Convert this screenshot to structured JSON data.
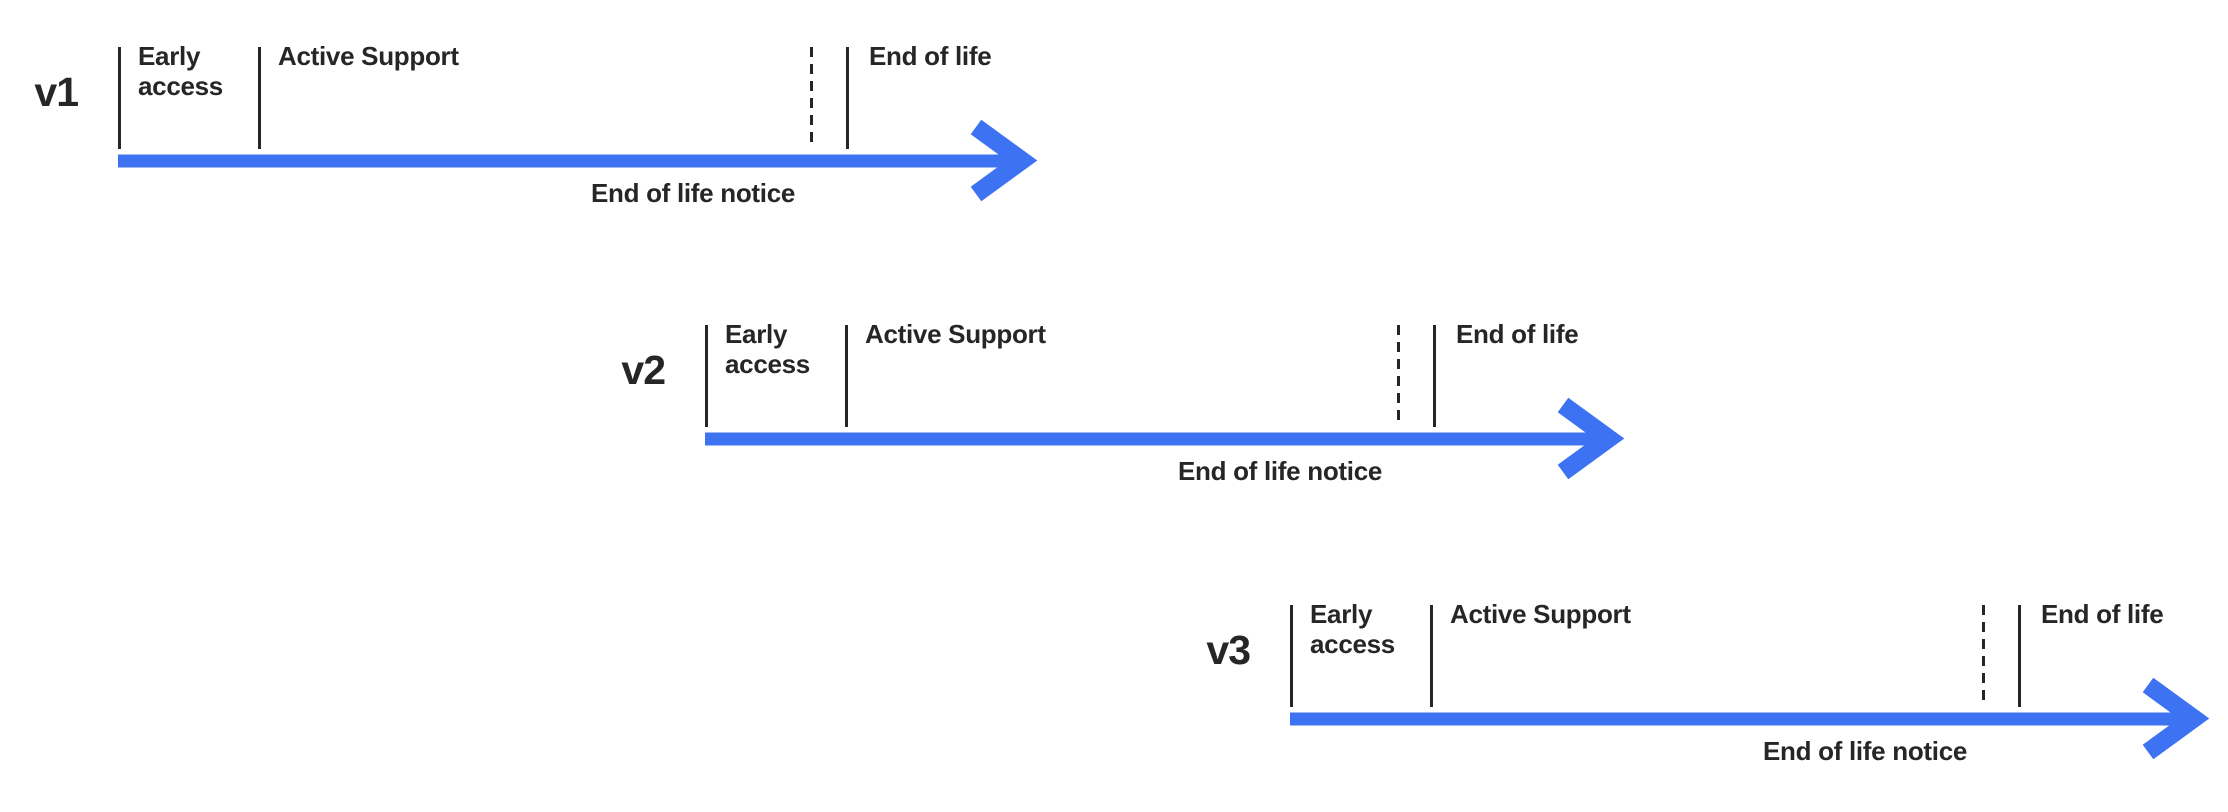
{
  "colors": {
    "background": "#ffffff",
    "text": "#242628",
    "tick": "#242628",
    "arrow": "#3d73f2"
  },
  "timelines": [
    {
      "version": "v1",
      "labels": {
        "early_access": "Early access",
        "active_support": "Active Support",
        "end_of_life": "End of life",
        "end_of_life_notice": "End of life notice"
      }
    },
    {
      "version": "v2",
      "labels": {
        "early_access": "Early access",
        "active_support": "Active Support",
        "end_of_life": "End of life",
        "end_of_life_notice": "End of life notice"
      }
    },
    {
      "version": "v3",
      "labels": {
        "early_access": "Early access",
        "active_support": "Active Support",
        "end_of_life": "End of life",
        "end_of_life_notice": "End of life notice"
      }
    }
  ]
}
